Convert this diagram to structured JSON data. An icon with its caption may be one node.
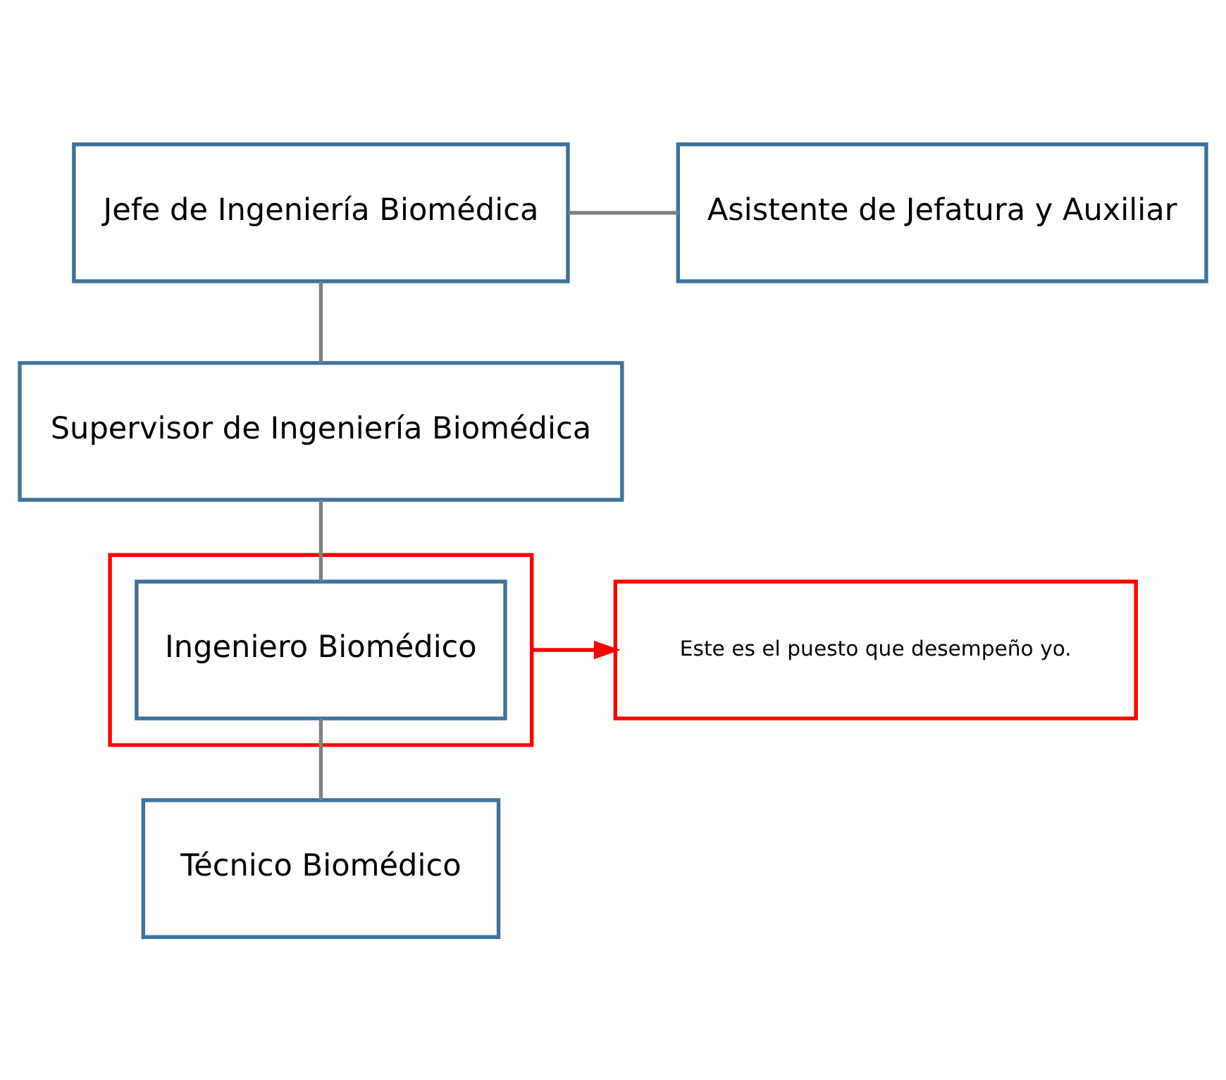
{
  "diagram": {
    "nodes": [
      {
        "text": [
          "Jefe de Ingeniería Biomédica"
        ]
      },
      {
        "text": [
          "Asistente de Jefatura y Auxiliar"
        ]
      },
      {
        "text": [
          "Supervisor de Ingeniería Biomédica"
        ]
      },
      {
        "text": [],
        "shape": "box"
      },
      {
        "text": [
          "Ingeniero Biomédico"
        ],
        "in": 3
      },
      {
        "text": [
          "Técnico Biomédico"
        ]
      },
      {
        "text": [
          "Este es el puesto que desempeño yo."
        ]
      }
    ],
    "edges": [
      {
        "from": 0,
        "to": 2,
        "arrow": "none"
      },
      {
        "from": 0,
        "to": 1,
        "arrow": "none"
      },
      {
        "from": 2,
        "to": 4,
        "arrow": "none"
      },
      {
        "from": 4,
        "to": 5,
        "arrow": "none"
      },
      {
        "from": 3,
        "to": 6,
        "arrow": "to",
        "color": "#ff0000"
      }
    ]
  }
}
